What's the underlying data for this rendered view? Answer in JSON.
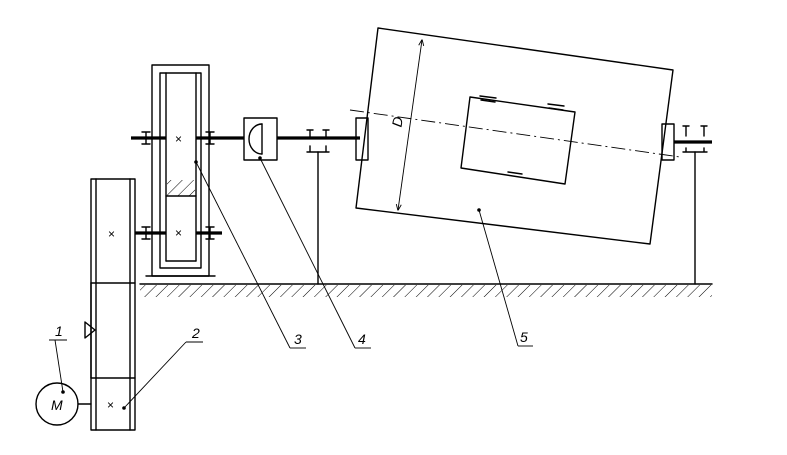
{
  "diagram": {
    "labels": {
      "motor_number": "1",
      "belt_drive_number": "2",
      "gearbox_number": "3",
      "coupling_number": "4",
      "drum_number": "5",
      "motor_symbol": "M",
      "diameter_symbol": "D"
    },
    "marks": {
      "cross": "×"
    },
    "colors": {
      "ink": "#000000",
      "background": "#ffffff"
    }
  }
}
